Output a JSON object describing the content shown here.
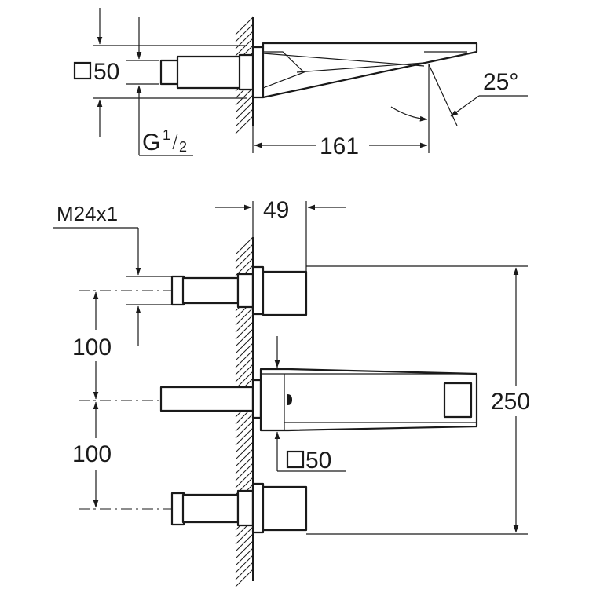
{
  "labels": {
    "square_top": "50",
    "thread_g": "G",
    "thread_g_num": "1",
    "thread_g_den": "2",
    "angle": "25°",
    "projection": "161",
    "depth": "49",
    "thread_m": "M24x1",
    "spacing_upper": "100",
    "spacing_lower": "100",
    "total_height": "250",
    "square_bottom": "50"
  }
}
